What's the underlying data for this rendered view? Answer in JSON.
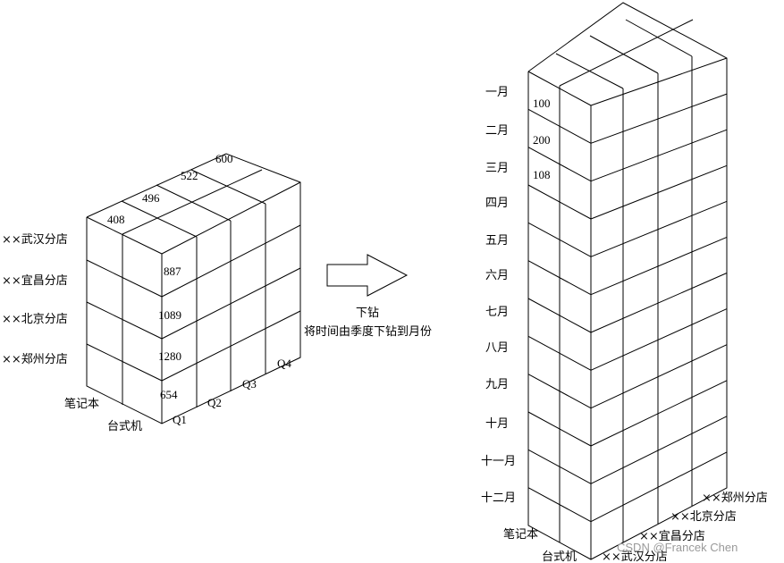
{
  "left_cube": {
    "row_labels": [
      "××武汉分店",
      "××宜昌分店",
      "××北京分店",
      "××郑州分店"
    ],
    "product_labels": [
      "笔记本",
      "台式机"
    ],
    "quarter_labels": [
      "Q1",
      "Q2",
      "Q3",
      "Q4"
    ],
    "top_values": [
      "408",
      "496",
      "522",
      "600"
    ],
    "front_values": [
      "887",
      "1089",
      "1280",
      "654"
    ]
  },
  "arrow": {
    "title": "下钻",
    "caption": "将时间由季度下钻到月份"
  },
  "right_cube": {
    "month_labels": [
      "一月",
      "二月",
      "三月",
      "四月",
      "五月",
      "六月",
      "七月",
      "八月",
      "九月",
      "十月",
      "十一月",
      "十二月"
    ],
    "month_values": [
      "100",
      "200",
      "108"
    ],
    "product_labels": [
      "笔记本",
      "台式机"
    ],
    "store_labels": [
      "××郑州分店",
      "××北京分店",
      "××宜昌分店",
      "××武汉分店"
    ]
  },
  "watermark": "CSDN @Francek Chen"
}
